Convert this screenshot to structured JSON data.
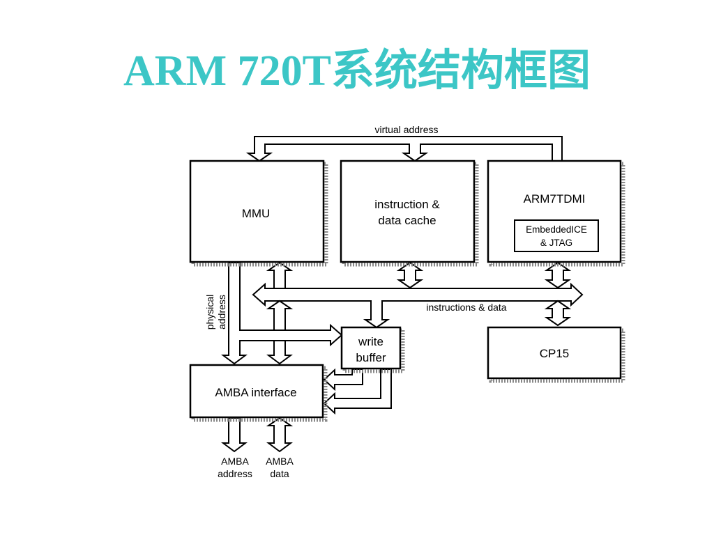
{
  "title": "ARM 720T系统结构框图",
  "colors": {
    "title": "#3cc6c6",
    "lines": "#000000"
  },
  "blocks": {
    "mmu": "MMU",
    "cache_line1": "instruction &",
    "cache_line2": "data cache",
    "cpu": "ARM7TDMI",
    "ice_line1": "EmbeddedICE",
    "ice_line2": "& JTAG",
    "cp15": "CP15",
    "amba_interface": "AMBA interface",
    "wb_line1": "write",
    "wb_line2": "buffer"
  },
  "bus_labels": {
    "virtual_address": "virtual address",
    "instr_data": "instructions & data",
    "physical_line1": "physical",
    "physical_line2": "address",
    "amba_address_line1": "AMBA",
    "amba_address_line2": "address",
    "amba_data_line1": "AMBA",
    "amba_data_line2": "data"
  }
}
